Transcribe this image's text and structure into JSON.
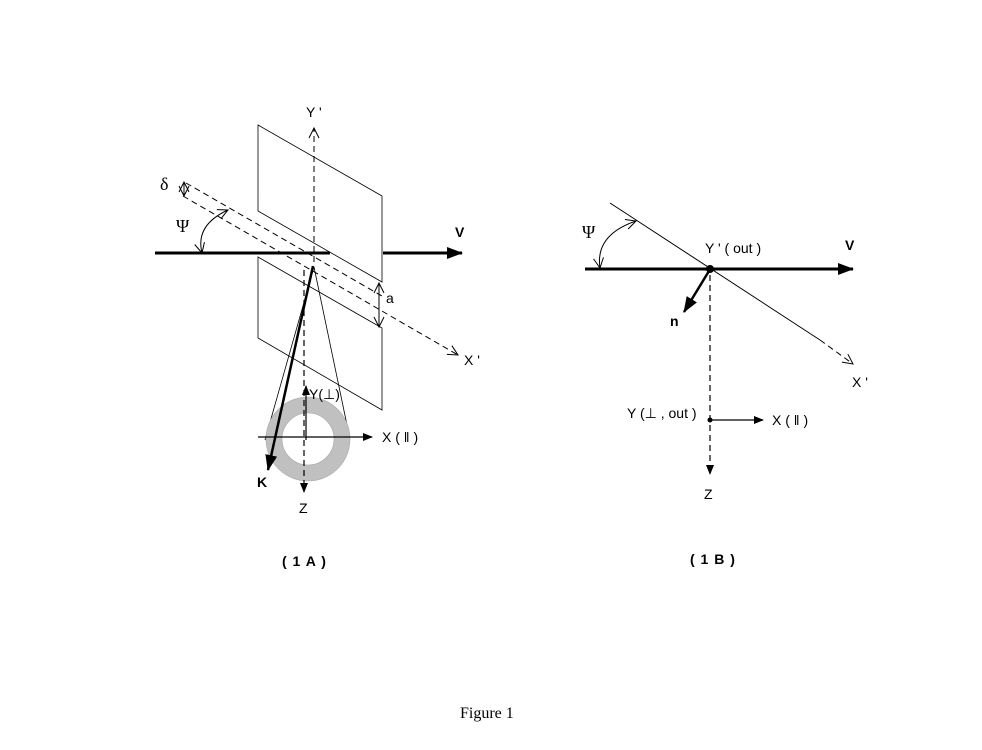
{
  "panel_a": {
    "labels": {
      "y_prime": "Y '",
      "delta": "δ",
      "psi": "Ψ",
      "v": "V",
      "a": "a",
      "x_prime": "X '",
      "y_perp": "Y(⊥)",
      "x_par": "X ( ‖ )",
      "k": "K",
      "z": "Z"
    },
    "caption": "( 1 A )",
    "colors": {
      "ring_fill": "#c0c0c0"
    }
  },
  "panel_b": {
    "labels": {
      "psi": "Ψ",
      "y_prime_out": "Y ' ( out )",
      "v": "V",
      "n": "n",
      "x_prime": "X '",
      "y_perp_out": "Y (⊥ , out )",
      "x_par": "X ( ‖ )",
      "z": "Z"
    },
    "caption": "( 1 B )"
  },
  "figure_caption": "Figure 1"
}
